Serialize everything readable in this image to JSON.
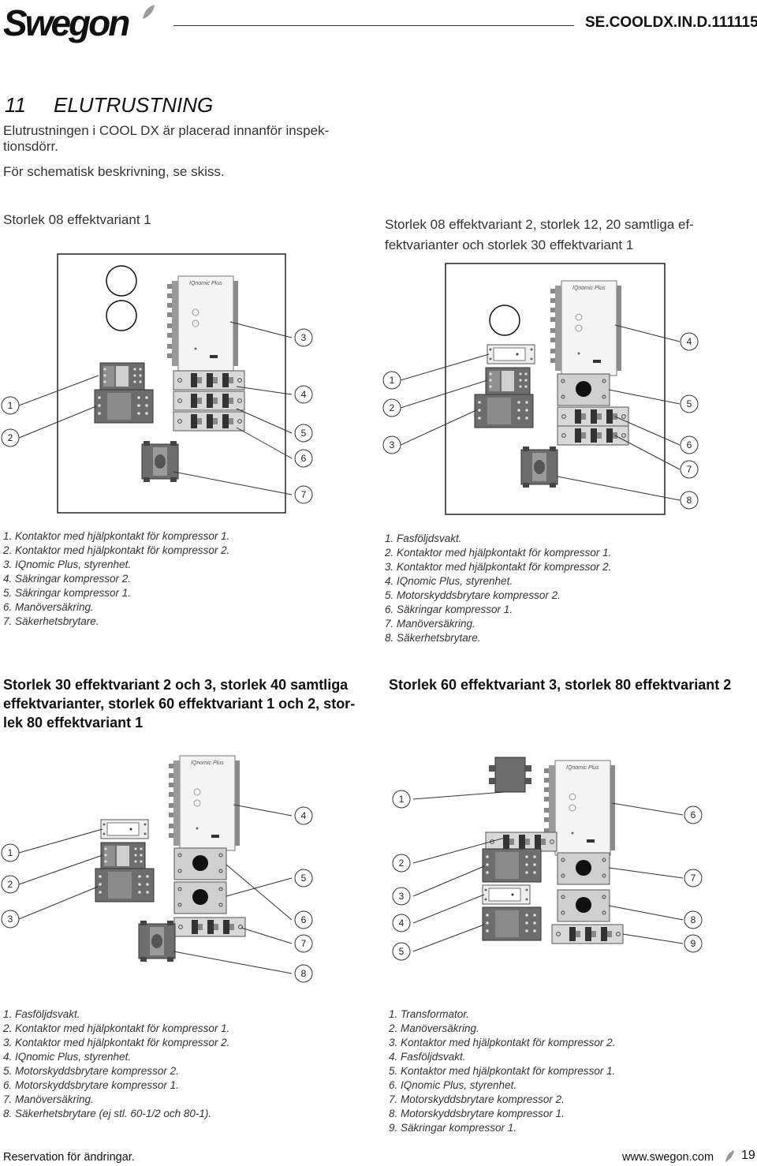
{
  "header": {
    "logo_text": "Swegon",
    "doc_code": "SE.COOLDX.IN.D.111115"
  },
  "section": {
    "number": "11",
    "title": "ELUTRUSTNING",
    "intro_line1": "Elutrustningen i COOL DX är placerad innanför inspek-",
    "intro_line2": "tionsdörr.",
    "intro_line3": "För schematisk beskrivning, se skiss."
  },
  "figures": [
    {
      "caption_lines": [
        "Storlek 08 effektvariant 1"
      ],
      "labels": [
        "1",
        "2",
        "3",
        "4",
        "5",
        "6",
        "7"
      ],
      "items": [
        "1. Kontaktor med hjälpkontakt för kompressor 1.",
        "2. Kontaktor med hjälpkontakt för kompressor 2.",
        "3. IQnomic Plus, styrenhet.",
        "4. Säkringar kompressor 2.",
        "5. Säkringar kompressor 1.",
        "6. Manöversäkring.",
        "7. Säkerhetsbrytare."
      ]
    },
    {
      "caption_lines": [
        "Storlek 08 effektvariant 2, storlek 12, 20 samtliga ef-",
        "fektvarianter och storlek 30 effektvariant 1"
      ],
      "labels": [
        "1",
        "2",
        "3",
        "4",
        "5",
        "6",
        "7",
        "8"
      ],
      "items": [
        "1. Fasföljdsvakt.",
        "2. Kontaktor med hjälpkontakt för kompressor 1.",
        "3. Kontaktor med hjälpkontakt för kompressor 2.",
        "4. IQnomic Plus, styrenhet.",
        "5. Motorskyddsbrytare kompressor 2.",
        "6. Säkringar kompressor 1.",
        "7. Manöversäkring.",
        "8. Säkerhetsbrytare."
      ]
    },
    {
      "caption_lines": [
        "Storlek 30 effektvariant 2 och 3, storlek 40 samtliga",
        "effektvarianter, storlek 60 effektvariant 1 och 2, stor-",
        "lek 80 effektvariant 1"
      ],
      "labels": [
        "1",
        "2",
        "3",
        "4",
        "5",
        "6",
        "7",
        "8"
      ],
      "items": [
        "1. Fasföljdsvakt.",
        "2. Kontaktor med hjälpkontakt för kompressor 1.",
        "3. Kontaktor med hjälpkontakt för kompressor 2.",
        "4. IQnomic Plus, styrenhet.",
        "5. Motorskyddsbrytare kompressor 2.",
        "6. Motorskyddsbrytare kompressor 1.",
        "7. Manöversäkring.",
        "8. Säkerhetsbrytare (ej stl. 60-1/2 och 80-1)."
      ]
    },
    {
      "caption_lines": [
        "Storlek 60 effektvariant 3, storlek 80 effektvariant 2"
      ],
      "labels": [
        "1",
        "2",
        "3",
        "4",
        "5",
        "6",
        "7",
        "8",
        "9"
      ],
      "items": [
        "1. Transformator.",
        "2. Manöversäkring.",
        "3. Kontaktor med hjälpkontakt för kompressor 2.",
        "4. Fasföljdsvakt.",
        "5. Kontaktor med hjälpkontakt för kompressor 1.",
        "6. IQnomic Plus, styrenhet.",
        "7. Motorskyddsbrytare kompressor 2.",
        "8. Motorskyddsbrytare kompressor 1.",
        "9. Säkringar kompressor 1."
      ]
    }
  ],
  "controller_brand": "IQnomic Plus",
  "footer": {
    "note": "Reservation för ändringar.",
    "url": "www.swegon.com",
    "page": "19"
  },
  "colors": {
    "component_dark": "#6d6d6d",
    "component_light": "#cfcfcf",
    "line": "#333333"
  }
}
